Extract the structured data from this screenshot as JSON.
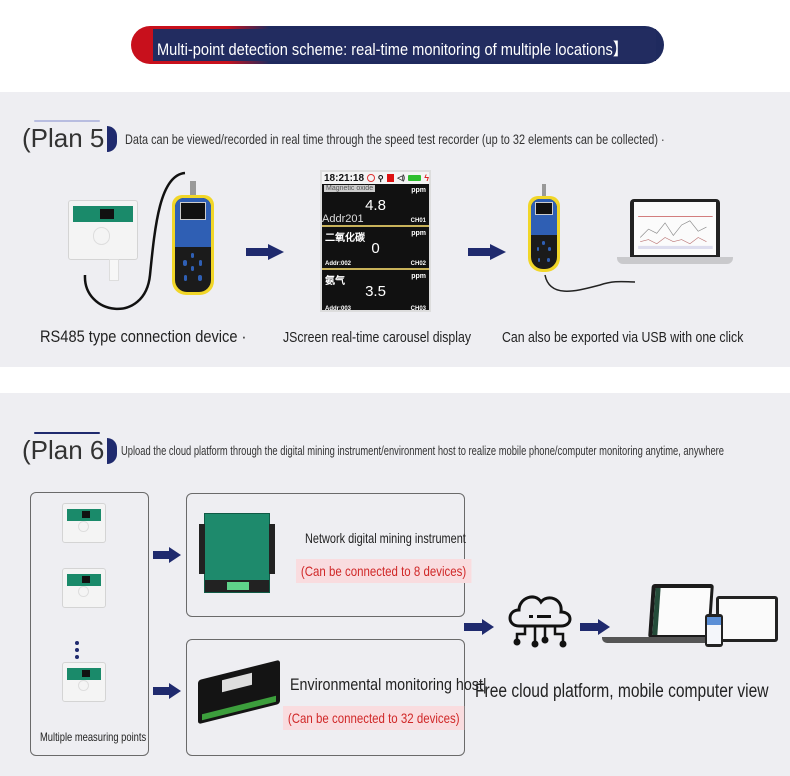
{
  "banner": {
    "title": "Multi-point detection scheme: real-time monitoring of multiple locations】",
    "colors": {
      "accent_red": "#c8101c",
      "navy": "#1f2a5e"
    }
  },
  "plan5": {
    "label": "(Plan 5",
    "description": "Data can be viewed/recorded in real time through the speed test recorder (up to 32 elements can be collected) ·",
    "steps": [
      {
        "caption": "RS485 type connection device ·"
      },
      {
        "caption": "Screen real-time carousel display",
        "prefix": "J"
      },
      {
        "caption": "Can also be exported via USB with one click"
      }
    ],
    "screen": {
      "time": "18:21:18",
      "channels": [
        {
          "name": "Magnetic oxide",
          "unit": "ppm",
          "value": "4.8",
          "addr": "Addr201",
          "ch": "CH01"
        },
        {
          "name": "二氧化碳",
          "unit": "ppm",
          "value": "0",
          "addr": "Addr:002",
          "ch": "CH02"
        },
        {
          "name": "氨气",
          "unit": "ppm",
          "value": "3.5",
          "addr": "Addr:003",
          "ch": "CH03"
        }
      ]
    }
  },
  "plan6": {
    "label": "(Plan 6",
    "description": "Upload the cloud platform through the digital mining instrument/environment host to realize mobile phone/computer monitoring anytime, anywhere",
    "measuring_points_caption": "Multiple measuring points",
    "network_box": {
      "title": "Network digital mining instrument",
      "note": "(Can be connected to 8 devices)"
    },
    "host_box": {
      "title": "Environmental monitoring host|",
      "note": "(Can be connected to 32 devices)"
    },
    "cloud_caption": "Free cloud platform, mobile computer view"
  }
}
